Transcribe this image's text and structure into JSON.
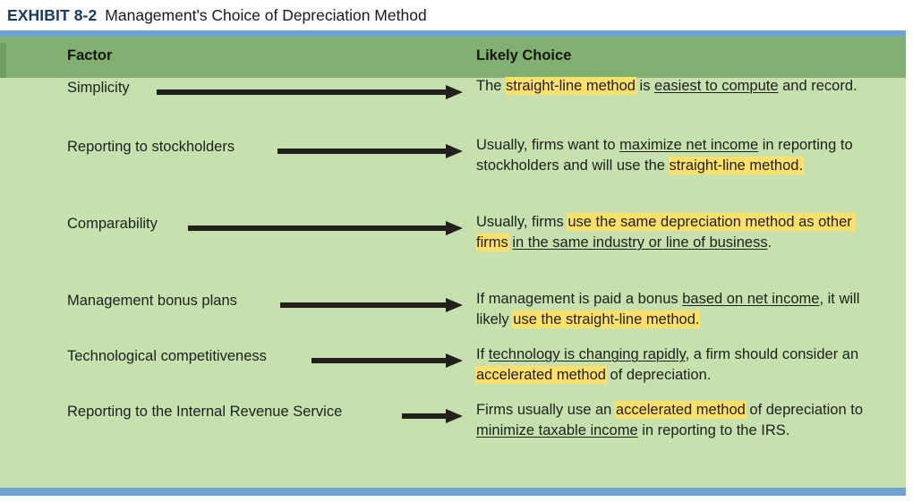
{
  "exhibit": {
    "number_label": "EXHIBIT 8-2",
    "title": "Management's Choice of Depreciation Method"
  },
  "colors": {
    "rule_blue": "#6fa3cf",
    "header_green": "#82b072",
    "body_green": "#c6e0ae",
    "highlight_yellow": "#fde06a",
    "title_navy": "#1b3a6b",
    "arrow_black": "#231f1b"
  },
  "table": {
    "columns": [
      {
        "header": "Factor"
      },
      {
        "header": "Likely Choice"
      }
    ],
    "rows": [
      {
        "factor": "Simplicity",
        "arrow": "right-arrow",
        "choice_text": "The straight-line method is easiest to compute and record.",
        "segments": [
          {
            "text": "The ",
            "style": "plain"
          },
          {
            "text": "straight-line method",
            "style": "highlight"
          },
          {
            "text": " is ",
            "style": "plain"
          },
          {
            "text": "easiest to compute",
            "style": "underline"
          },
          {
            "text": " and record.",
            "style": "plain"
          }
        ]
      },
      {
        "factor": "Reporting to stockholders",
        "arrow": "right-arrow",
        "choice_text": "Usually, firms want to maximize net income in reporting to stockholders and will use the straight-line method.",
        "segments": [
          {
            "text": "Usually, firms want to ",
            "style": "plain"
          },
          {
            "text": "maximize net income",
            "style": "underline"
          },
          {
            "text": " in reporting to stockholders and will use the ",
            "style": "plain"
          },
          {
            "text": "straight-line method.",
            "style": "highlight"
          }
        ]
      },
      {
        "factor": "Comparability",
        "arrow": "right-arrow",
        "choice_text": "Usually, firms use the same depreciation method as other firms in the same industry or line of business.",
        "segments": [
          {
            "text": "Usually, firms ",
            "style": "plain"
          },
          {
            "text": "use the same depreciation method as other firms",
            "style": "highlight"
          },
          {
            "text": " ",
            "style": "plain"
          },
          {
            "text": "in the same industry or line of business",
            "style": "underline"
          },
          {
            "text": ".",
            "style": "plain"
          }
        ]
      },
      {
        "factor": "Management bonus plans",
        "arrow": "right-arrow",
        "choice_text": "If management is paid a bonus based on net income, it will likely use the straight-line method.",
        "segments": [
          {
            "text": "If management is paid a bonus ",
            "style": "plain"
          },
          {
            "text": "based on net income",
            "style": "underline"
          },
          {
            "text": ", it will likely ",
            "style": "plain"
          },
          {
            "text": "use the straight-line method.",
            "style": "highlight"
          }
        ]
      },
      {
        "factor": "Technological competitiveness",
        "arrow": "right-arrow",
        "choice_text": "If technology is changing rapidly, a firm should consider an accelerated method of depreciation.",
        "segments": [
          {
            "text": "If ",
            "style": "plain"
          },
          {
            "text": "technology is changing rapidly",
            "style": "underline"
          },
          {
            "text": ", a firm should consider an ",
            "style": "plain"
          },
          {
            "text": "accelerated method",
            "style": "highlight"
          },
          {
            "text": " of depreciation.",
            "style": "plain"
          }
        ]
      },
      {
        "factor": "Reporting to the Internal Revenue Service",
        "arrow": "right-arrow",
        "choice_text": "Firms usually use an accelerated method of depreciation to minimize taxable income in reporting to the IRS.",
        "segments": [
          {
            "text": "Firms usually use an ",
            "style": "plain"
          },
          {
            "text": "accelerated method",
            "style": "highlight"
          },
          {
            "text": " of depreciation to ",
            "style": "plain"
          },
          {
            "text": "minimize taxable income",
            "style": "underline"
          },
          {
            "text": " in reporting to the IRS.",
            "style": "plain"
          }
        ]
      }
    ]
  }
}
